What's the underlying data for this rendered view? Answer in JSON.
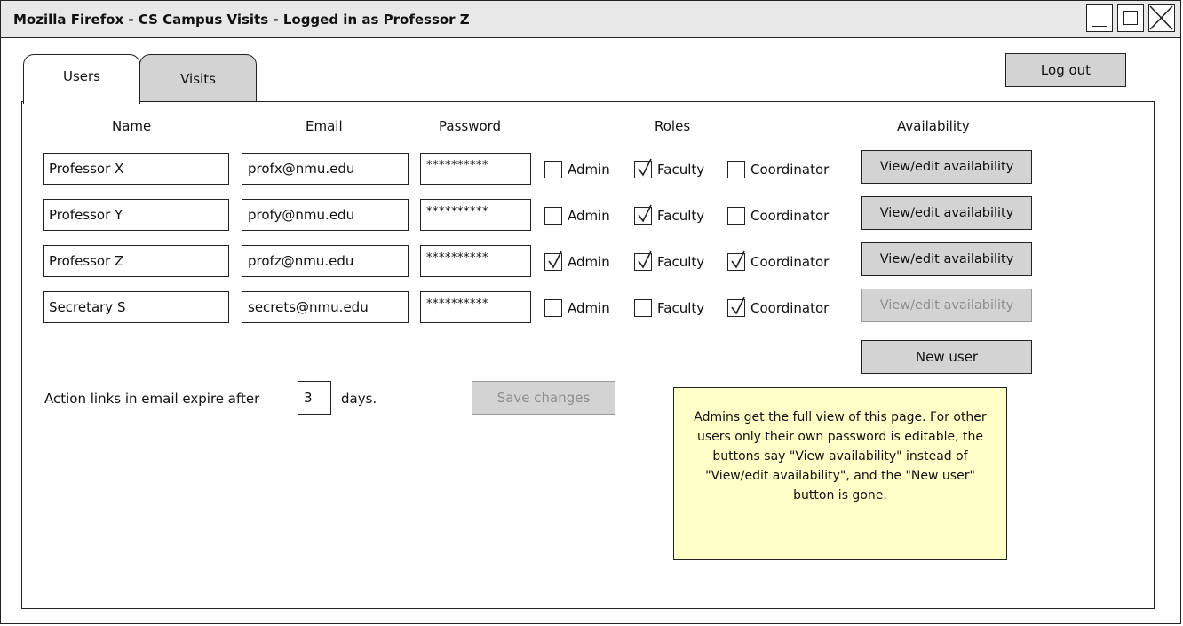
{
  "window": {
    "title": "Mozilla Firefox - CS Campus Visits - Logged in as Professor Z"
  },
  "tabs": [
    {
      "label": "Users",
      "active": true
    },
    {
      "label": "Visits",
      "active": false
    }
  ],
  "logout_label": "Log out",
  "columns": {
    "name": "Name",
    "email": "Email",
    "password": "Password",
    "roles": "Roles",
    "availability": "Availability"
  },
  "role_labels": {
    "admin": "Admin",
    "faculty": "Faculty",
    "coordinator": "Coordinator"
  },
  "users": [
    {
      "name": "Professor X",
      "email": "profx@nmu.edu",
      "password": "**********",
      "admin": false,
      "faculty": true,
      "coordinator": false,
      "availability_label": "View/edit availability",
      "availability_enabled": true
    },
    {
      "name": "Professor Y",
      "email": "profy@nmu.edu",
      "password": "**********",
      "admin": false,
      "faculty": true,
      "coordinator": false,
      "availability_label": "View/edit availability",
      "availability_enabled": true
    },
    {
      "name": "Professor Z",
      "email": "profz@nmu.edu",
      "password": "**********",
      "admin": true,
      "faculty": true,
      "coordinator": true,
      "availability_label": "View/edit availability",
      "availability_enabled": true
    },
    {
      "name": "Secretary S",
      "email": "secrets@nmu.edu",
      "password": "**********",
      "admin": false,
      "faculty": false,
      "coordinator": true,
      "availability_label": "View/edit availability",
      "availability_enabled": false
    }
  ],
  "new_user_label": "New user",
  "expire": {
    "prefix": "Action links in email expire after",
    "value": "3",
    "suffix": "days."
  },
  "save_label": "Save changes",
  "note": "Admins get the full view of this page. For other users only their own password is editable, the buttons say \"View availability\" instead of \"View/edit availability\", and the \"New user\" button is gone."
}
